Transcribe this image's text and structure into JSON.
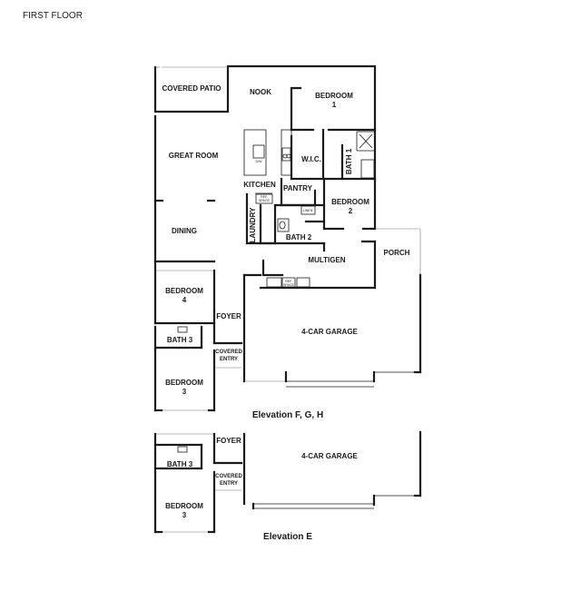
{
  "floor_title": "FIRST FLOOR",
  "rooms": {
    "covered_patio": "COVERED PATIO",
    "nook": "NOOK",
    "bedroom1": "BEDROOM",
    "bedroom1_num": "1",
    "great_room": "GREAT ROOM",
    "wic": "W.I.C.",
    "bath1": "BATH 1",
    "kitchen": "KITCHEN",
    "pantry": "PANTRY",
    "bedroom2": "BEDROOM",
    "bedroom2_num": "2",
    "dining": "DINING",
    "laundry": "LAUNDRY",
    "bath2": "BATH 2",
    "porch": "PORCH",
    "multigen": "MULTIGEN",
    "bedroom4": "BEDROOM",
    "bedroom4_num": "4",
    "foyer": "FOYER",
    "garage": "4-CAR GARAGE",
    "bath3": "BATH 3",
    "covered_entry_1": "COVERED",
    "covered_entry_2": "ENTRY",
    "bedroom3": "BEDROOM",
    "bedroom3_num": "3",
    "dw": "D/W",
    "ref_space_1": "REF.",
    "ref_space_2": "SPACE",
    "linen": "LINEN"
  },
  "elevations": {
    "fgh": "Elevation F, G, H",
    "e": "Elevation E"
  },
  "alt": {
    "foyer": "FOYER",
    "garage": "4-CAR GARAGE",
    "bath3": "BATH 3",
    "covered_entry_1": "COVERED",
    "covered_entry_2": "ENTRY",
    "bedroom3": "BEDROOM",
    "bedroom3_num": "3"
  }
}
